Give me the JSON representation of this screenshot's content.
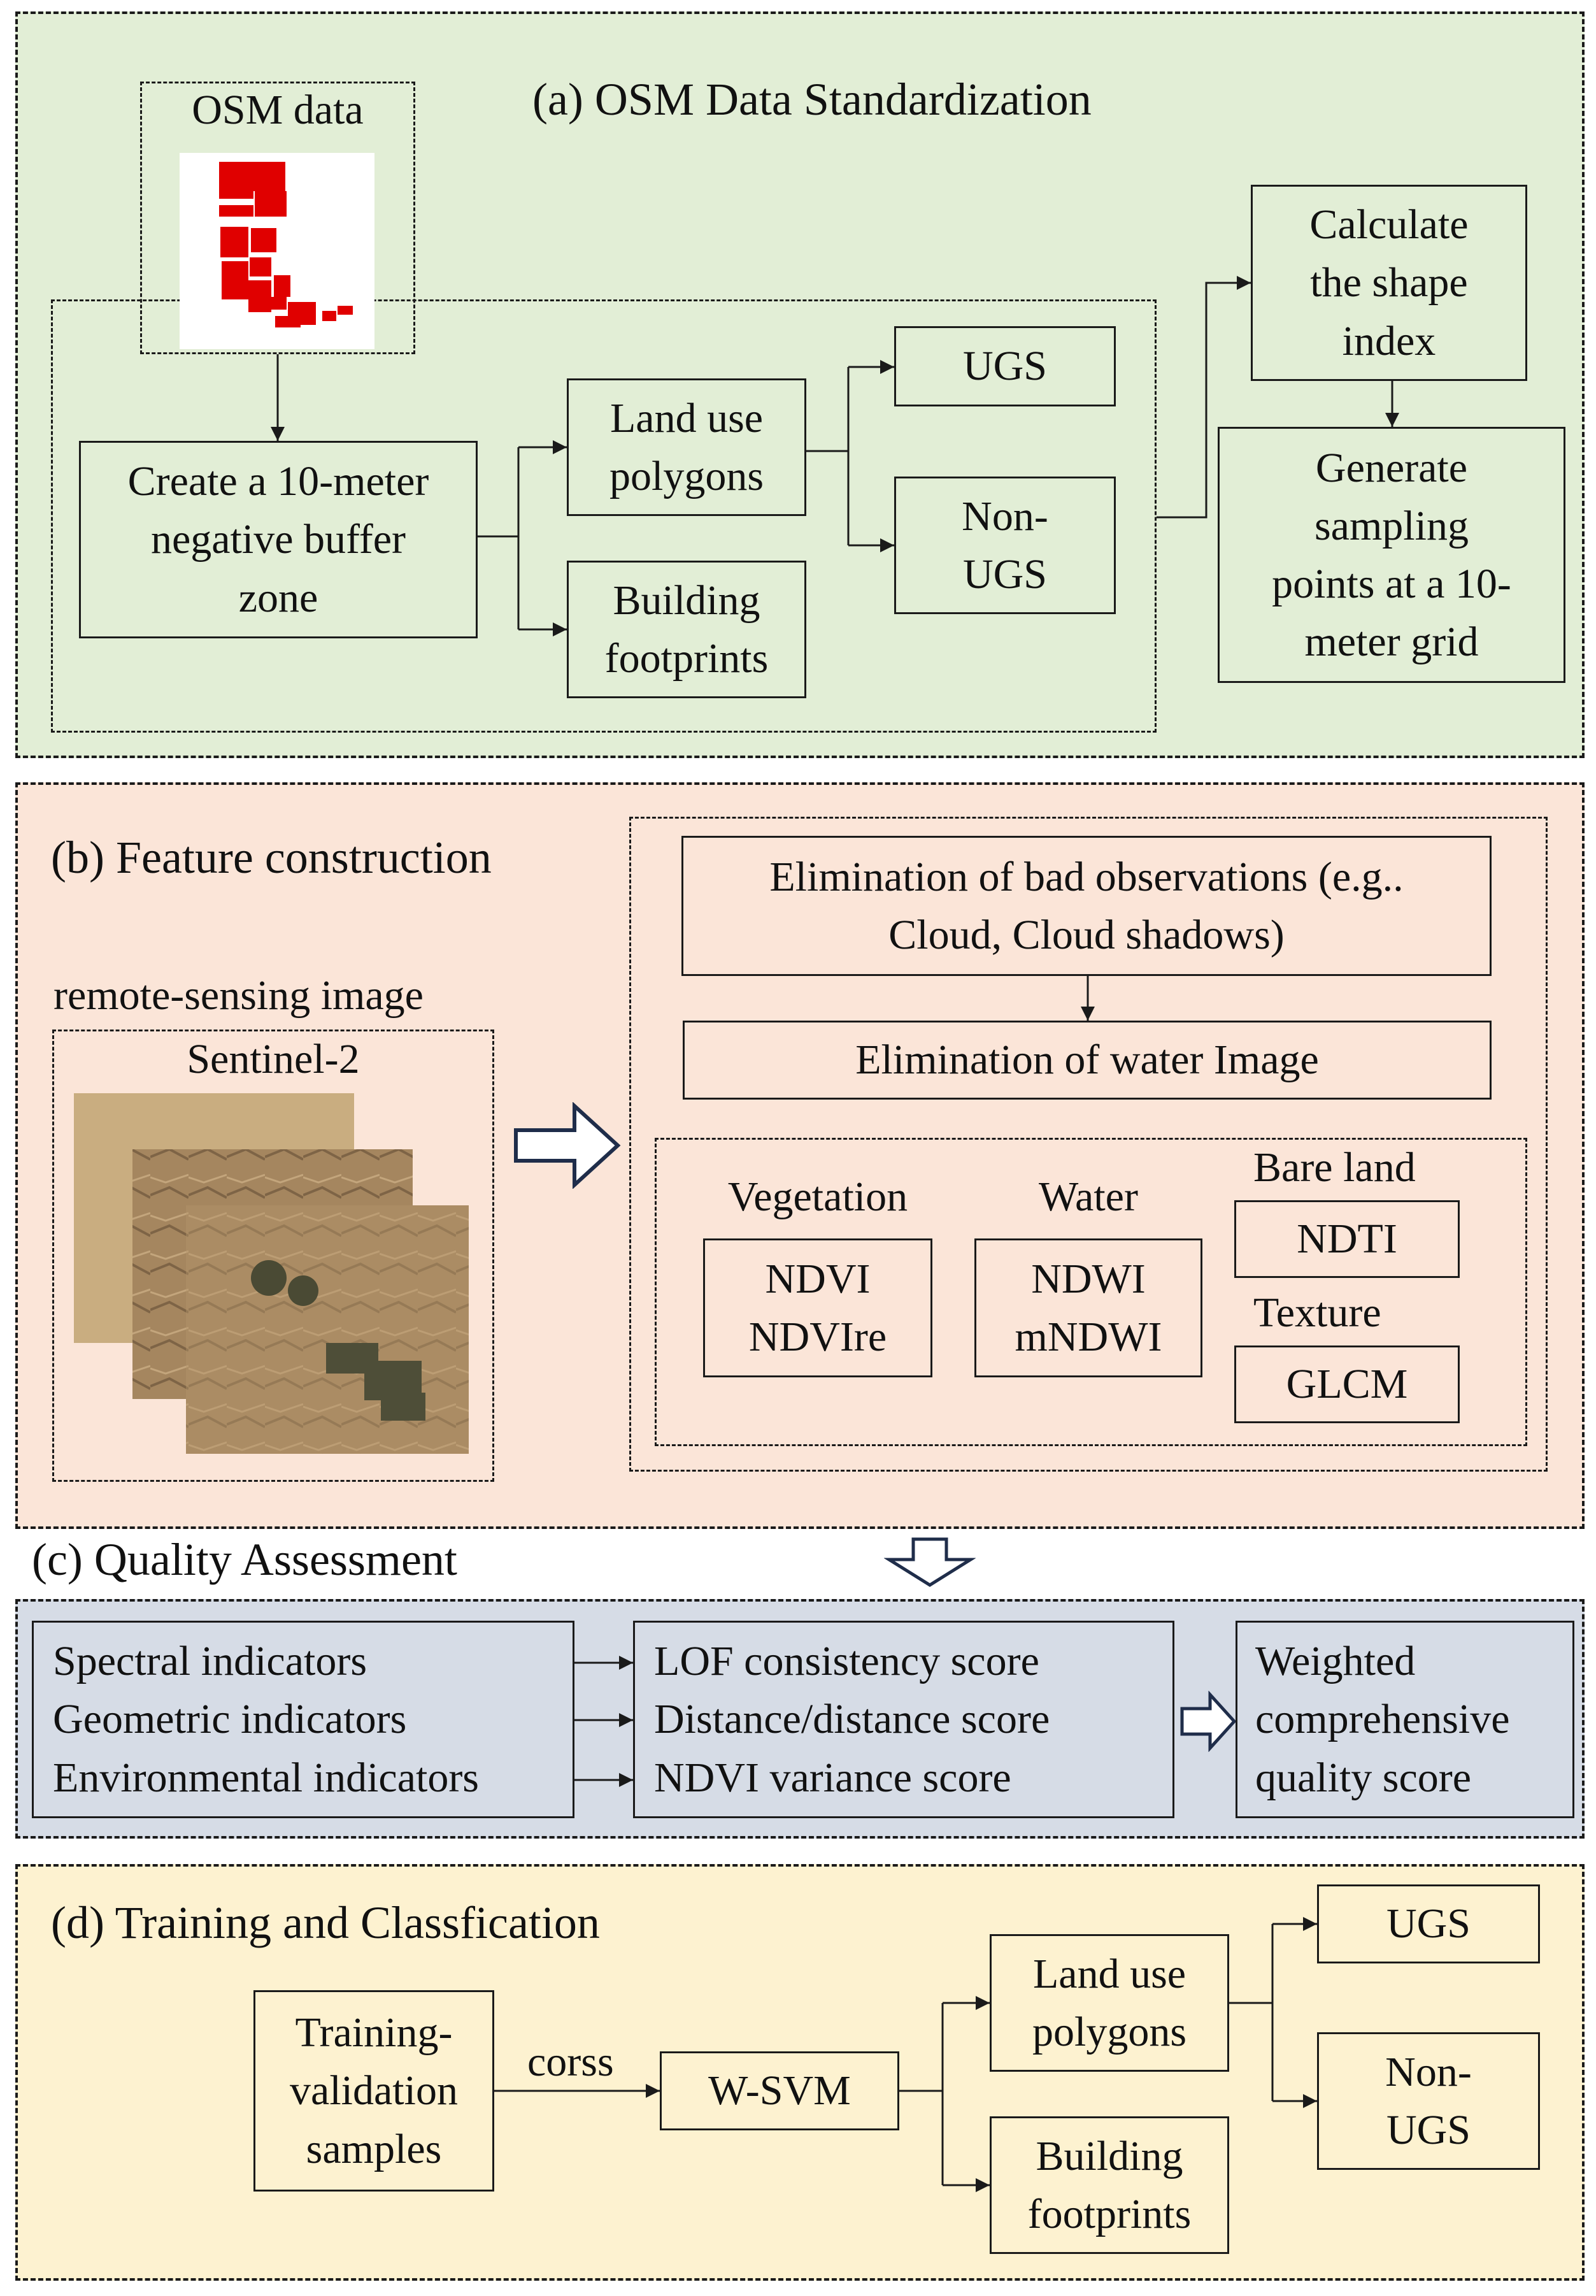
{
  "colors": {
    "osm_bg": "#e2eed6",
    "feature_bg": "#fbe5d8",
    "quality_bg": "#d6dce6",
    "training_bg": "#fdf2d0",
    "box_green": "#e2eed6",
    "box_peach": "#fbe5d8",
    "box_gray": "#d6dce6",
    "box_yellow": "#fdf2d0",
    "osm_polygon_red": "#e00000",
    "line": "#1a1a1a",
    "arrow_outline": "#1f2d4a"
  },
  "osm": {
    "title": "(a) OSM Data Standardization",
    "data_label": "OSM data",
    "data_icon": "osm-polygons-thumbnail",
    "buffer": "Create a 10-meter\nnegative buffer\nzone",
    "land_use": "Land use\npolygons",
    "building": "Building\nfootprints",
    "ugs": "UGS",
    "non_ugs": "Non-\nUGS",
    "shape_index": "Calculate\nthe shape\nindex",
    "sampling": "Generate\nsampling\npoints at a 10-\nmeter grid"
  },
  "feature": {
    "title": "(b) Feature construction",
    "rs_label": "remote-sensing image",
    "sentinel": "Sentinel-2",
    "bad_obs": "Elimination of bad observations (e.g..\nCloud, Cloud shadows)",
    "water_elim": "Elimination of water Image",
    "veg_label": "Vegetation",
    "veg_box": "NDVI\nNDVIre",
    "water_label": "Water",
    "water_box": "NDWI\nmNDWI",
    "bare_label": "Bare land",
    "bare_box": "NDTI",
    "texture_label": "Texture",
    "texture_box": "GLCM"
  },
  "quality": {
    "title": "(c) Quality Assessment",
    "indicators": "Spectral indicators\nGeometric indicators\nEnvironmental indicators",
    "scores": "LOF consistency score\nDistance/distance score\nNDVI variance score",
    "weighted": "Weighted\ncomprehensive\nquality score"
  },
  "training": {
    "title": "(d) Training and Classfication",
    "samples": "Training-\nvalidation\nsamples",
    "corss": "corss",
    "wsvm": "W-SVM",
    "land_use": "Land use\npolygons",
    "building": "Building\nfootprints",
    "ugs": "UGS",
    "non_ugs": "Non-\nUGS"
  }
}
